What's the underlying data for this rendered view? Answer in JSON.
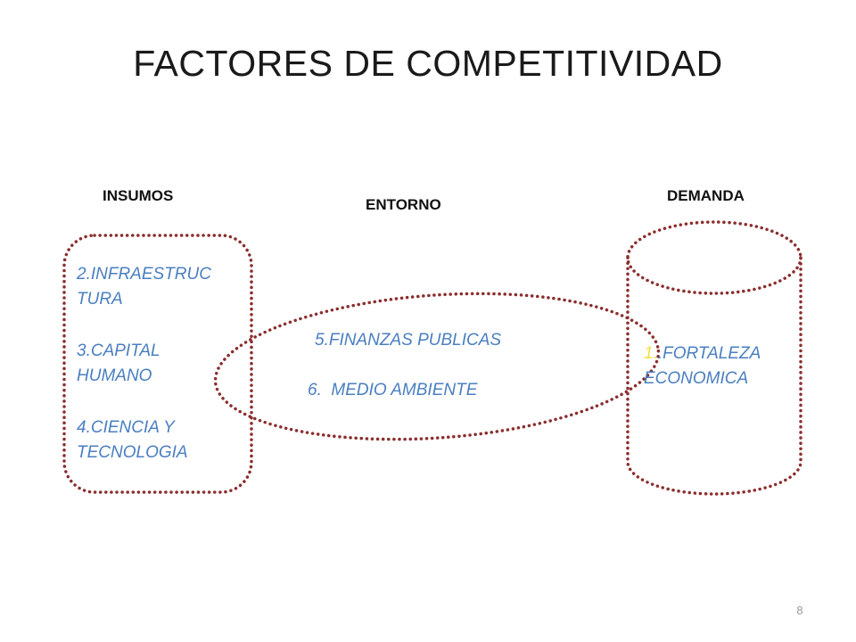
{
  "title": "FACTORES DE COMPETITIVIDAD",
  "headings": {
    "insumos": "INSUMOS",
    "entorno": "ENTORNO",
    "demanda": "DEMANDA"
  },
  "insumos_items": {
    "item2_line1": "2.INFRAESTRUC",
    "item2_line2": "TURA",
    "item3_line1": "3.CAPITAL",
    "item3_line2": "HUMANO",
    "item4_line1": "4.CIENCIA Y",
    "item4_line2": "TECNOLOGIA"
  },
  "entorno_items": {
    "item5": "5.FINANZAS PUBLICAS",
    "item6": "6.  MEDIO AMBIENTE"
  },
  "demanda_items": {
    "item1_number": "1.",
    "item1_line1_rest": ".FORTALEZA",
    "item1_line2": "ECONOMICA"
  },
  "page_number": "8",
  "colors": {
    "outline": "#8b2e2e",
    "item_text": "#4a7fc0",
    "number_highlight": "#f0e040"
  }
}
